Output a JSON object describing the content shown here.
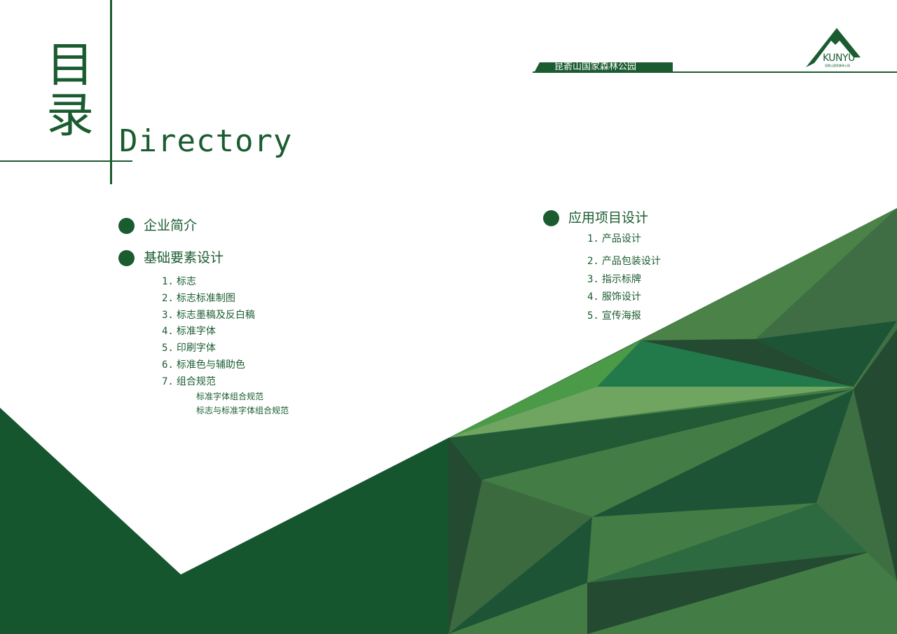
{
  "header": {
    "title_cn": "目录",
    "title_en": "Directory",
    "brand_tag": "昆嵛山国家森林公园",
    "logo_word": "KUNYU",
    "logo_sub": "昆嵛山国家森林公园"
  },
  "left_sections": [
    {
      "label": "企业简介",
      "items": []
    },
    {
      "label": "基础要素设计",
      "items": [
        {
          "num": "1.",
          "label": "标志"
        },
        {
          "num": "2.",
          "label": "标志标准制图"
        },
        {
          "num": "3.",
          "label": "标志墨稿及反白稿"
        },
        {
          "num": "4.",
          "label": "标准字体"
        },
        {
          "num": "5.",
          "label": "印刷字体"
        },
        {
          "num": "6.",
          "label": "标准色与辅助色"
        },
        {
          "num": "7.",
          "label": "组合规范"
        }
      ],
      "subitems": [
        "标准字体组合规范",
        "标志与标准字体组合规范"
      ]
    }
  ],
  "right_section": {
    "label": "应用项目设计",
    "items": [
      {
        "num": "1.",
        "label": "产品设计"
      },
      {
        "num": "2.",
        "label": "产品包装设计"
      },
      {
        "num": "3.",
        "label": "指示标牌"
      },
      {
        "num": "4.",
        "label": "服饰设计"
      },
      {
        "num": "5.",
        "label": "宣传海报"
      }
    ]
  },
  "colors": {
    "primary": "#1a5c30",
    "dark": "#16532e",
    "light_green": "#6fa561",
    "mid_green": "#437c45"
  }
}
